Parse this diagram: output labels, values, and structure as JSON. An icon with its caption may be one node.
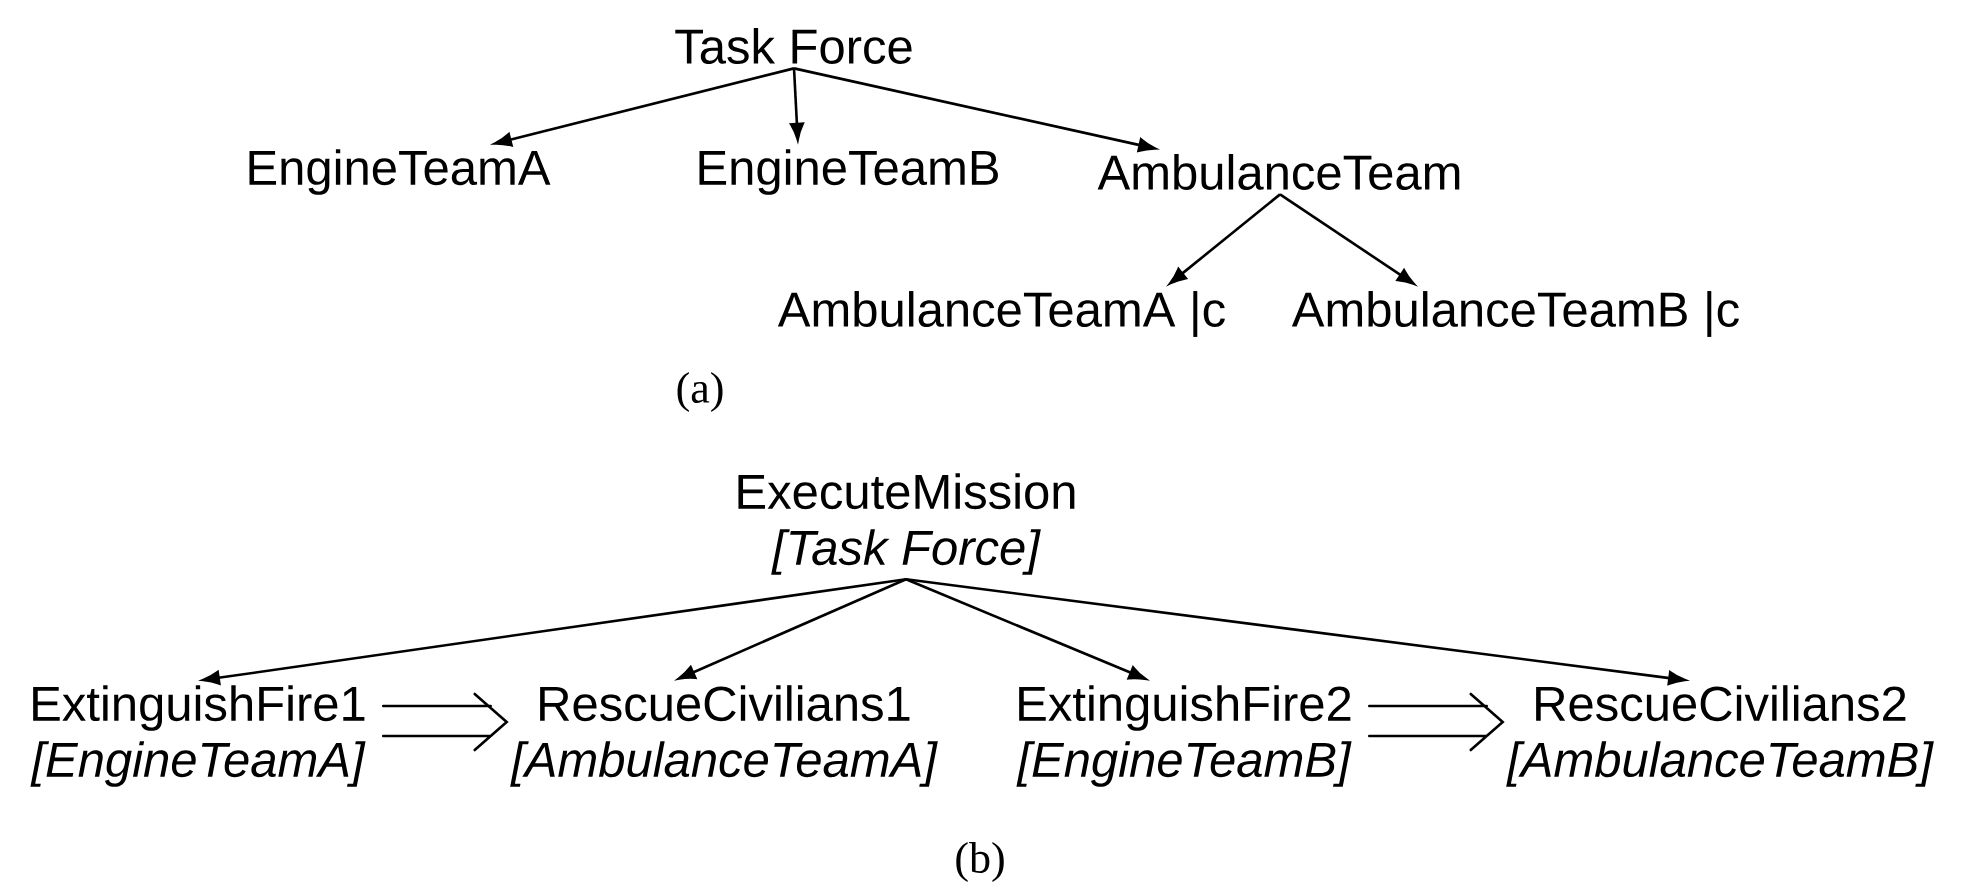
{
  "diagram": {
    "nodes": [
      {
        "text": [
          "Task Force"
        ]
      },
      {
        "text": [
          "EngineTeamA"
        ]
      },
      {
        "text": [
          "EngineTeamB"
        ]
      },
      {
        "text": [
          "AmbulanceTeam"
        ]
      },
      {
        "text": [
          "AmbulanceTeamA |c"
        ]
      },
      {
        "text": [
          "AmbulanceTeamB |c"
        ]
      },
      {
        "text": [
          "ExecuteMission",
          "[Task Force]"
        ]
      },
      {
        "text": [
          "ExtinguishFire1",
          "[EngineTeamA]"
        ]
      },
      {
        "text": [
          "RescueCivilians1",
          "[AmbulanceTeamA]"
        ]
      },
      {
        "text": [
          "ExtinguishFire2",
          "[EngineTeamB]"
        ]
      },
      {
        "text": [
          "RescueCivilians2",
          "[AmbulanceTeamB]"
        ]
      }
    ],
    "edges": [
      {
        "from": 0,
        "to": 1,
        "arrow": "to"
      },
      {
        "from": 0,
        "to": 2,
        "arrow": "to"
      },
      {
        "from": 0,
        "to": 3,
        "arrow": "to"
      },
      {
        "from": 3,
        "to": 4,
        "arrow": "to"
      },
      {
        "from": 3,
        "to": 5,
        "arrow": "to"
      },
      {
        "from": 6,
        "to": 7,
        "arrow": "to"
      },
      {
        "from": 6,
        "to": 8,
        "arrow": "to"
      },
      {
        "from": 6,
        "to": 9,
        "arrow": "to"
      },
      {
        "from": 6,
        "to": 10,
        "arrow": "to"
      },
      {
        "from": 7,
        "to": 8,
        "arrow": "to"
      },
      {
        "from": 9,
        "to": 10,
        "arrow": "to"
      }
    ],
    "labels": [
      "(a)",
      "(b)"
    ]
  }
}
